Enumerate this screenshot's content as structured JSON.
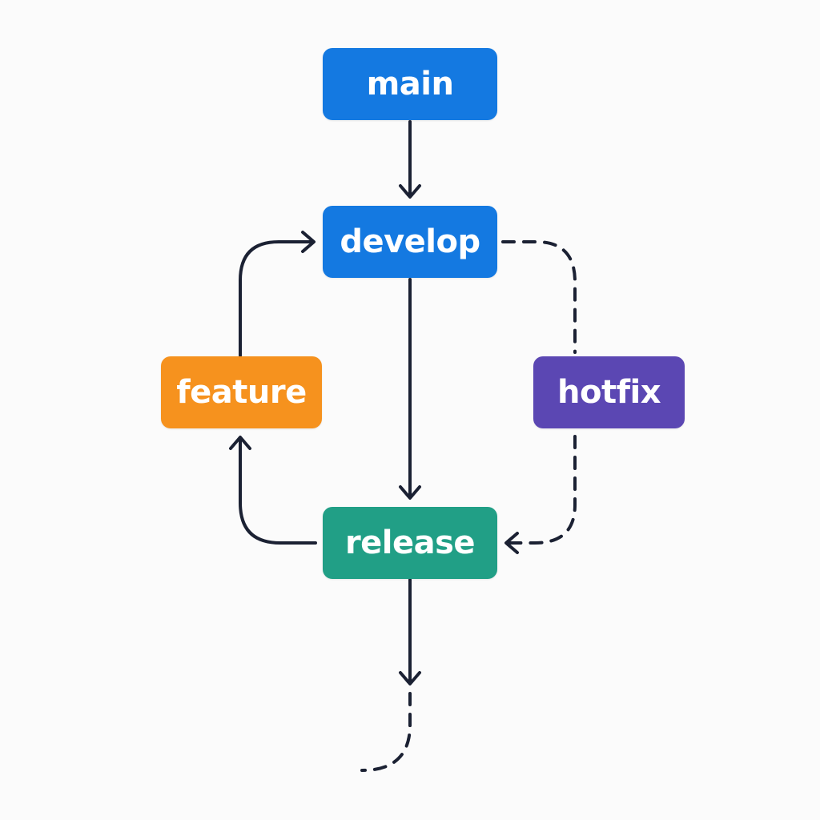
{
  "nodes": {
    "main": {
      "label": "main",
      "color": "#1479e1"
    },
    "develop": {
      "label": "develop",
      "color": "#1479e1"
    },
    "feature": {
      "label": "feature",
      "color": "#f6921e"
    },
    "hotfix": {
      "label": "hotfix",
      "color": "#5b47b3"
    },
    "release": {
      "label": "release",
      "color": "#219f86"
    }
  },
  "edges": [
    {
      "from": "main",
      "to": "develop",
      "style": "solid"
    },
    {
      "from": "develop",
      "to": "release",
      "style": "solid"
    },
    {
      "from": "release",
      "to": "feature",
      "style": "solid"
    },
    {
      "from": "feature",
      "to": "develop",
      "style": "solid"
    },
    {
      "from": "develop",
      "to": "hotfix",
      "style": "dashed"
    },
    {
      "from": "hotfix",
      "to": "release",
      "style": "dashed"
    },
    {
      "from": "release",
      "to": "continuation",
      "style": "solid-then-dashed"
    }
  ],
  "edge_color": "#1b2133"
}
